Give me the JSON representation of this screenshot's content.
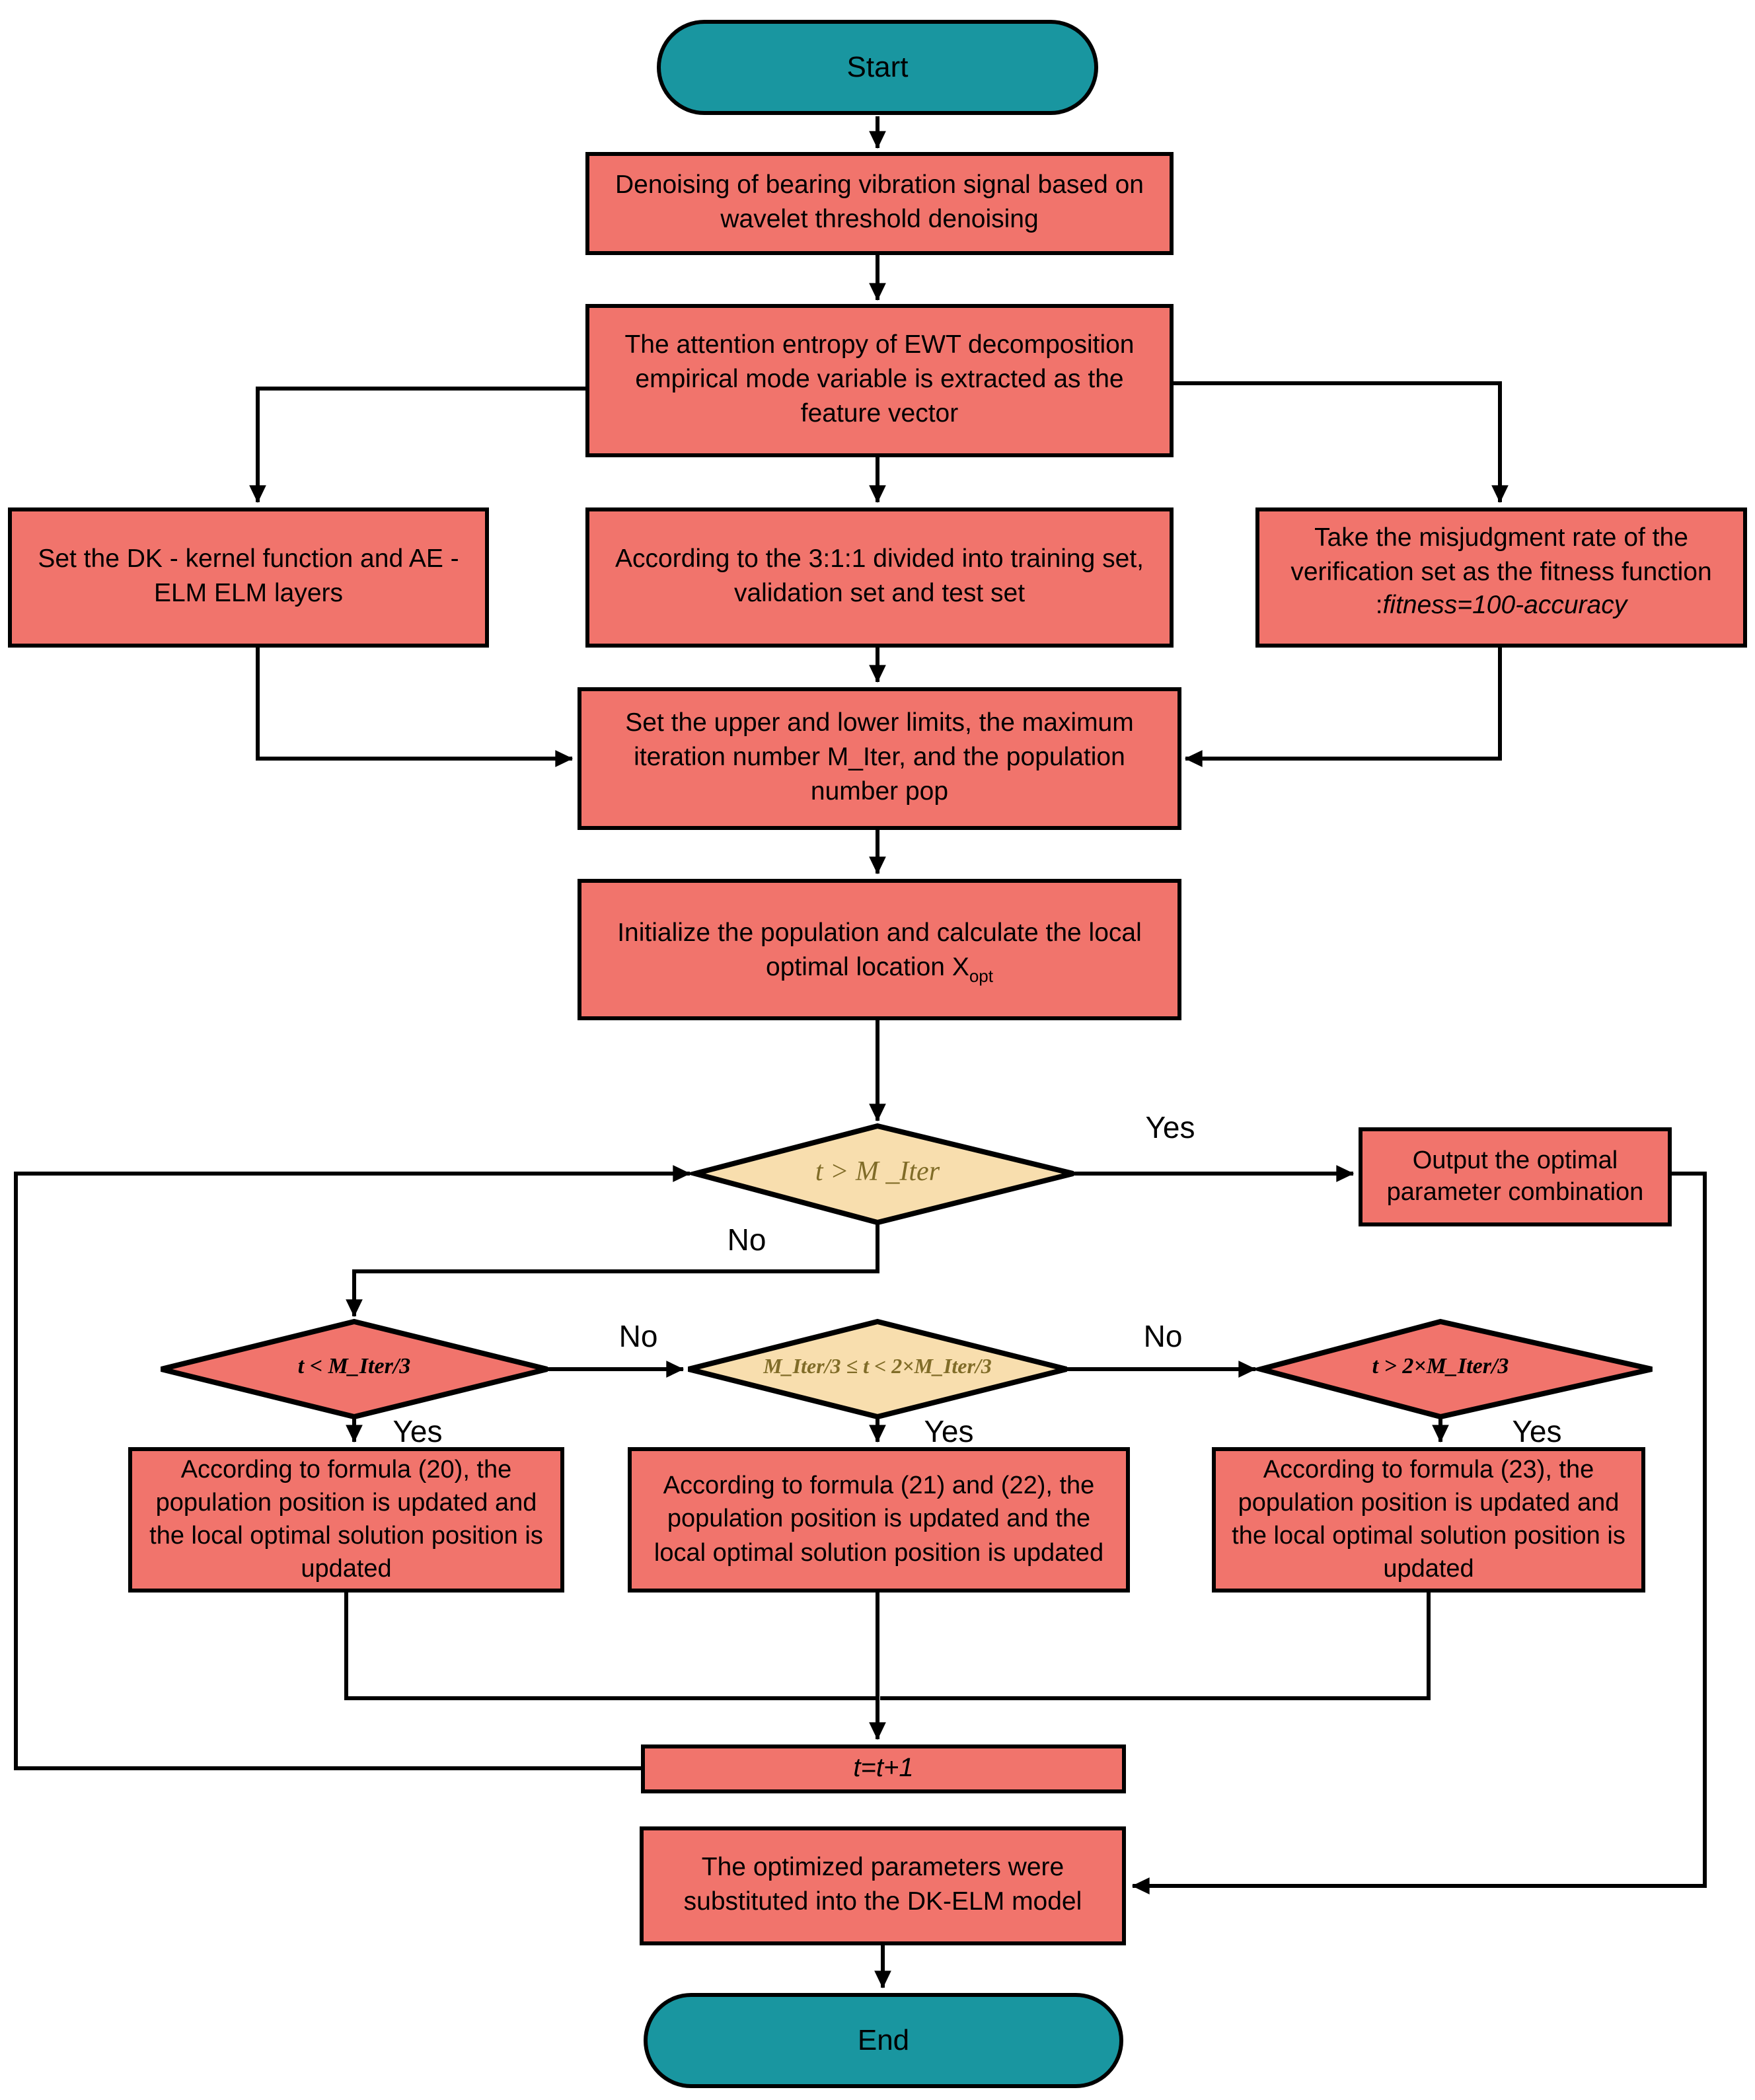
{
  "flowchart": {
    "nodes": {
      "start": "Start",
      "denoise": "Denoising of bearing vibration signal based on wavelet threshold denoising",
      "entropy": "The attention entropy of EWT decomposition empirical mode variable is extracted as the feature vector",
      "set_dk": "Set the DK - kernel function and AE - ELM ELM layers",
      "split": "According to the 3:1:1 divided into training set, validation set and test set",
      "fitness_text": "Take the misjudgment rate of the verification set as the fitness function :",
      "fitness_formula": "fitness=100-accuracy",
      "limits": "Set the upper and lower limits, the maximum iteration number M_Iter, and the population number pop",
      "init_text": "Initialize the population and calculate the local optimal location X",
      "init_subscript": "opt",
      "decision_main": "t > M _Iter",
      "output": "Output the optimal parameter combination",
      "decision_early": "t < M_Iter/3",
      "decision_mid": "M_Iter/3 ≤ t < 2×M_Iter/3",
      "decision_late": "t > 2×M_Iter/3",
      "formula_20": "According to formula (20), the population position is updated and the local optimal solution position is updated",
      "formula_21_22": "According to formula (21) and (22), the population position is updated and the local optimal solution position is updated",
      "formula_23": "According to formula (23), the population position is updated and the local optimal solution position is updated",
      "increment": "t=t+1",
      "substitute": "The optimized parameters were substituted into the DK-ELM model",
      "end": "End"
    },
    "labels": {
      "yes": "Yes",
      "no": "No"
    },
    "colors": {
      "process": "#F1746C",
      "terminal": "#1996A0",
      "decision_cream": "#F8DEAE",
      "decision_red": "#F1746C",
      "cream_text": "#806C28",
      "line": "#000000"
    }
  }
}
